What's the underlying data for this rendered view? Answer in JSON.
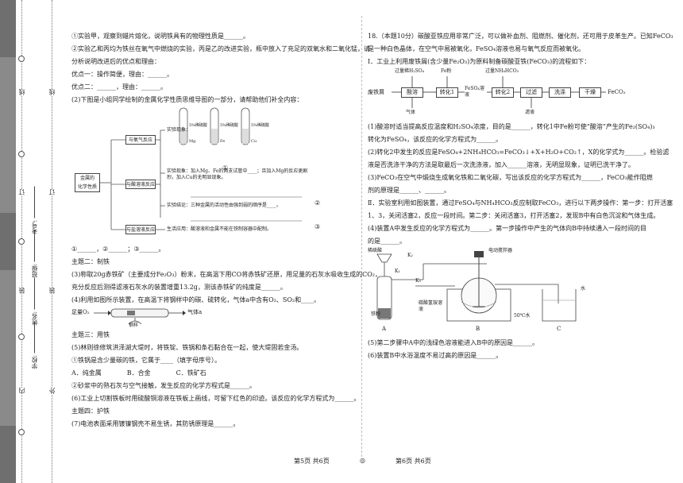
{
  "margin": {
    "left_labels": [
      "线",
      "订",
      "装"
    ],
    "inner_labels": [
      "线",
      "订",
      "装",
      "外"
    ],
    "outer_labels": [
      "内"
    ],
    "fields": [
      {
        "label": "考号:"
      },
      {
        "label": "班级:"
      },
      {
        "label": "姓名:"
      },
      {
        "label": "学校:"
      }
    ]
  },
  "left": {
    "lines": [
      "①实验甲，观察到蜡片熔化，说明铁具有的物理性质是______。",
      "②实验乙和丙均为铁丝在氧气中燃烧的实验，丙是乙的改进实验，瓶中放入了充足的双氧水和二氧化锰，请",
      "分析说明改进后的优点和理由：",
      "优点一：操作简便，理由：______。",
      "优点二：______，理由：______。",
      "(2)下图是小组同学绘制的金属化学性质思维导图的一部分，请帮助他们补全内容："
    ],
    "mindmap": {
      "root": "金属的\n化学性质",
      "branches": [
        "与氧气反应",
        "与酸溶液反应",
        "与盐溶液反应"
      ],
      "notes": [
        "实验现象：",
        "实验现象：加入Mg、Fe的两支试管中____；且加入Mg的反应更剧烈，加入Cu的无明显现象。",
        "实验结论：三种金属的活动性由强到弱的顺序是____。",
        "生活应用：酸溶液和金属不能在铁制容器中配制。"
      ],
      "tube_labels": [
        "5%稀硫酸",
        "Mg",
        "5%稀硫酸",
        "Fe",
        "5%稀硫酸",
        "Cu"
      ],
      "markers": [
        "①",
        "②",
        "③"
      ]
    },
    "after_map": [
      "①______，②______；③______。",
      "主题二：制铁",
      "(3)称取20g赤铁矿（主要成分Fe₂O₃）粉末，在高温下用CO将赤铁矿还原，用足量的石灰水吸收生成的CO₂，",
      "充分反应后测得滤液石灰水的装置增重13.2g，测该赤铁矿的纯度是______。",
      "(4)利用如图所示装置，在高温下将钢样中的碳、硫转化，气体a中含有O₂、SO₂和____。"
    ],
    "steel": {
      "left": "足量O₂",
      "right": "气体a",
      "label": "钢样"
    },
    "bottom": [
      "主题三：用铁",
      "(5)林则徐修筑洪泽湖大堤时，将铁锭、铁锅和条石黏合在一起，使大堤固若金汤。",
      "①铁锅是含少量碳的铁，它属于____（填字母序号）。",
      "A．纯金属　　　　B．合金　　　　C．铁矿石",
      "②砂浆中的熟石灰与空气接触，发生反应的化学方程式是______。",
      "(6)工业上切割铁板时用硫酸铜溶液在铁板上画线，可留下红色的印迹。该反应的化学方程式为______。",
      "主题四：护铁",
      "(7)电池表面采用镀镍钢壳不易生锈，其防锈原理是______。"
    ],
    "footer": "第5页  共6页"
  },
  "right": {
    "intro": [
      "18.（本题10分）碳酸亚铁应用非常广泛，可以做补血剂、阻燃剂、催化剂，还可用于皮革生产。已知FeCO₃",
      "是一种白色晶体，在空气中易被氧化，FeSO₄溶液也易与氧气反应而被氧化。",
      "Ⅰ．工业上利用废铁屑(含少量Fe₂O₃)为原料制备碳酸亚铁(FeCO₃)的流程如下："
    ],
    "flow": {
      "steps": [
        "废铁屑",
        "酸溶",
        "转化1",
        "FeSO₄溶液",
        "转化2",
        "过滤",
        "洗涤",
        "干燥",
        "FeCO₃"
      ],
      "reagents": [
        "过量稀H₂SO₄",
        "Fe粉",
        "过量NH₄HCO₃"
      ],
      "outputs": [
        "气体",
        "滤液"
      ]
    },
    "qa": [
      "(1)酸溶时适当提高反应温度和H₂SO₄浓度，目的是______，转化1中Fe粉可使“酸溶”产生的Fe₂(SO₄)₃",
      "转化为FeSO₄，该反应的化学方程式为______。",
      "(2)转化2中发生的反应是FeSO₄+2NH₄HCO₃=FeCO₃↓+X+H₂O+CO₂↑，X的化学式为______。检验滤",
      "液是否洗涤干净的方法是取最后一次洗涤液，加入______溶液，无明显现象，证明已洗干净了。",
      "(3)FeCO₃在空气中煅烧生成氧化铁和二氧化碳，写出该反应的化学方程式为______，FeCO₃能作阻燃",
      "剂的原理是______、______。",
      "Ⅱ．实验室利用如图装置，通过FeSO₄与NH₄HCO₃反应制取FeCO₃，进行以下两步操作：第一步：打开活塞",
      "1、3，关闭活塞2，反应一段时间。第二步：关闭活塞3，打开活塞2，发现B中有白色沉淀和气体生成。",
      "(4)装置A中发生反应的化学方程式为______。第一步操作中产生的气体向B中持续通入一段时间的目",
      "的是______。"
    ],
    "apparatus": {
      "labels": [
        "稀硫酸",
        "K₂",
        "K₁",
        "K₃",
        "电动搅拌器",
        "水",
        "铁粉",
        "碳酸氢铵溶液",
        "50℃水",
        "A",
        "B",
        "C"
      ]
    },
    "qb": [
      "(5)第二步骤中A中的浅绿色溶液能进入B中的原因是______。",
      "(6)装置B中水浴温度不易过高的原因是______。"
    ],
    "footer": "第6页  共6页"
  }
}
